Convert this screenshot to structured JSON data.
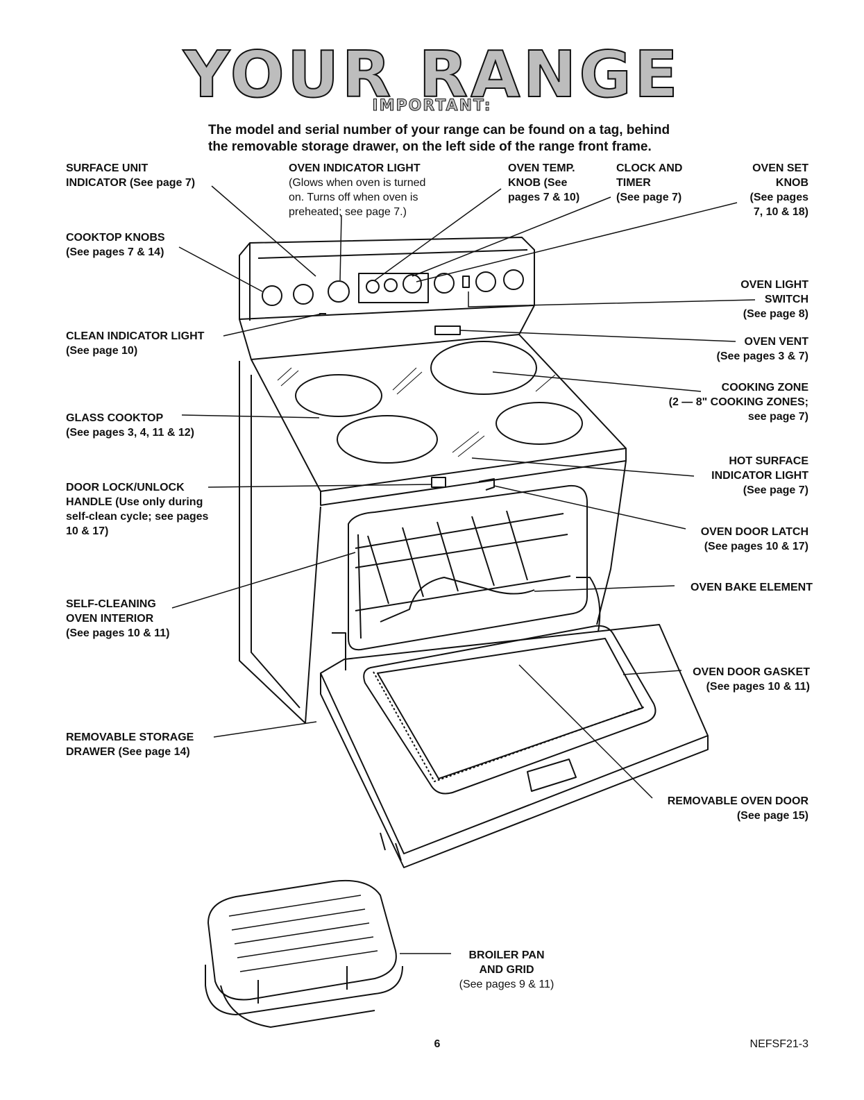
{
  "title": "YOUR RANGE",
  "subtitle": "IMPORTANT:",
  "intro": [
    "The model and serial number of your range can be found on a tag, behind",
    "the removable storage drawer, on the left side of the range front frame."
  ],
  "labels": {
    "surface_unit": [
      "SURFACE UNIT",
      "INDICATOR (See page 7)"
    ],
    "oven_indicator": [
      "OVEN INDICATOR LIGHT",
      "(Glows when oven is turned",
      "on.  Turns off when oven is",
      "preheated; see page 7.)"
    ],
    "oven_temp": [
      "OVEN TEMP.",
      "KNOB (See",
      "pages 7 & 10)"
    ],
    "clock": [
      "CLOCK AND",
      "TIMER",
      "(See page 7)"
    ],
    "oven_set": [
      "OVEN SET",
      "KNOB",
      "(See pages",
      "7, 10 & 18)"
    ],
    "cooktop_knobs": [
      "COOKTOP KNOBS",
      "(See pages 7 & 14)"
    ],
    "oven_light_switch": [
      "OVEN LIGHT",
      "SWITCH",
      "(See page 8)"
    ],
    "clean_indicator": [
      "CLEAN INDICATOR LIGHT",
      "(See page 10)"
    ],
    "oven_vent": [
      "OVEN VENT",
      "(See pages 3 & 7)"
    ],
    "cooking_zone": [
      "COOKING ZONE",
      "(2 — 8\" COOKING ZONES;",
      "see page 7)"
    ],
    "glass_cooktop": [
      "GLASS COOKTOP",
      "(See pages 3, 4, 11 & 12)"
    ],
    "hot_surface": [
      "HOT SURFACE",
      "INDICATOR LIGHT",
      "(See page 7)"
    ],
    "door_lock": [
      "DOOR LOCK/UNLOCK",
      "HANDLE (Use only during",
      "self-clean cycle; see pages",
      "10 & 17)"
    ],
    "oven_door_latch": [
      "OVEN DOOR LATCH",
      "(See pages 10 & 17)"
    ],
    "oven_bake": [
      "OVEN BAKE ELEMENT"
    ],
    "self_cleaning": [
      "SELF-CLEANING",
      "OVEN INTERIOR",
      "(See pages 10 & 11)"
    ],
    "oven_door_gasket": [
      "OVEN DOOR GASKET",
      "(See pages 10 & 11)"
    ],
    "storage_drawer": [
      "REMOVABLE STORAGE",
      "DRAWER (See page 14)"
    ],
    "removable_door": [
      "REMOVABLE OVEN DOOR",
      "(See page 15)"
    ],
    "broiler": [
      "BROILER PAN",
      "AND GRID",
      "(See pages 9 & 11)"
    ]
  },
  "footer": {
    "page_number": "6",
    "model": "NEFSF21-3"
  }
}
